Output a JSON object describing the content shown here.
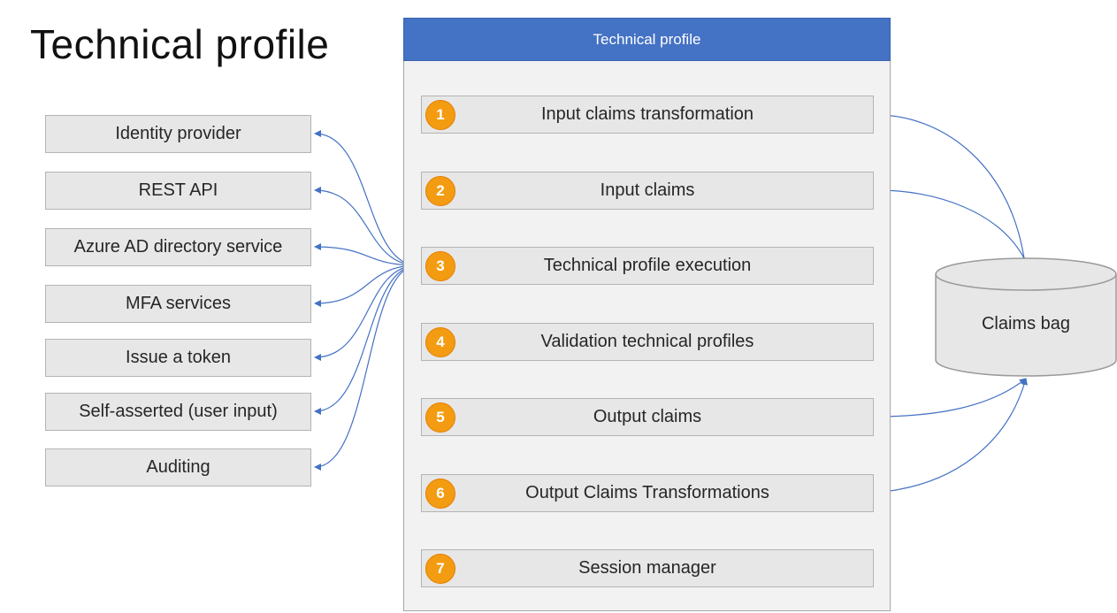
{
  "page": {
    "title": "Technical profile"
  },
  "panel": {
    "header": "Technical profile"
  },
  "steps": [
    {
      "number": "1",
      "label": "Input claims transformation"
    },
    {
      "number": "2",
      "label": "Input claims"
    },
    {
      "number": "3",
      "label": "Technical profile execution"
    },
    {
      "number": "4",
      "label": "Validation technical profiles"
    },
    {
      "number": "5",
      "label": "Output claims"
    },
    {
      "number": "6",
      "label": "Output Claims Transformations"
    },
    {
      "number": "7",
      "label": "Session manager"
    }
  ],
  "targets": [
    {
      "label": "Identity provider"
    },
    {
      "label": "REST API"
    },
    {
      "label": "Azure AD directory service"
    },
    {
      "label": "MFA services"
    },
    {
      "label": "Issue a token"
    },
    {
      "label": "Self-asserted (user input)"
    },
    {
      "label": "Auditing"
    }
  ],
  "claims_bag": {
    "label": "Claims bag"
  },
  "colors": {
    "header_blue": "#4472c4",
    "badge_orange": "#f39c12",
    "arrow_blue": "#4472c4",
    "box_fill": "#e7e7e7",
    "panel_fill": "#f2f2f2"
  }
}
